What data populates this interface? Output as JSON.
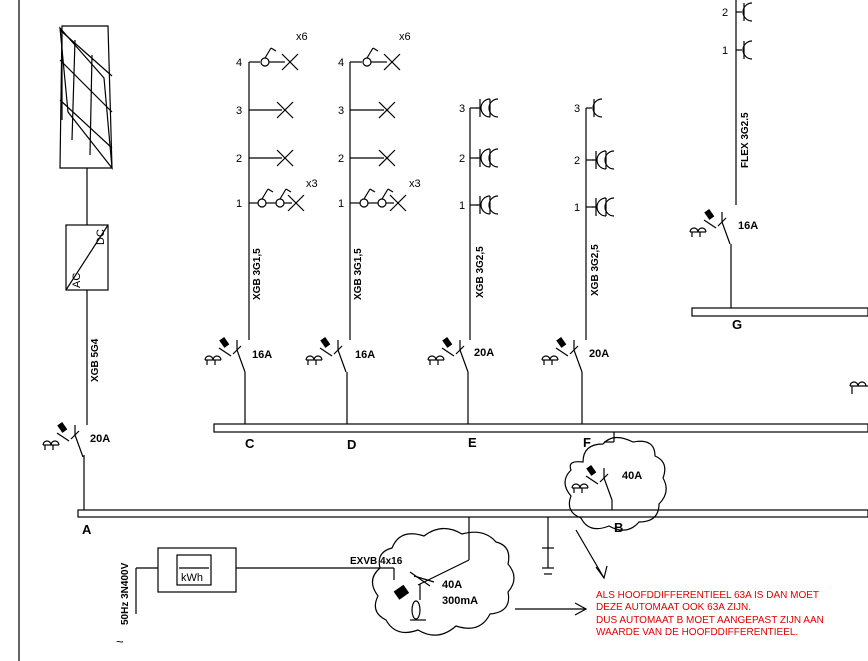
{
  "colors": {
    "line": "#000000",
    "note": "#e00000",
    "background": "#ffffff"
  },
  "supply": {
    "label": "50Hz 3N400V",
    "ac_symbol": "~",
    "meter_label": "kWh"
  },
  "inverter": {
    "ac_label": "AC",
    "dc_label": "DC"
  },
  "cables": {
    "pv": "XGB 5G4",
    "c": "XGB 3G1,5",
    "d": "XGB 3G1,5",
    "e": "XGB 3G2,5",
    "f": "XGB 3G2,5",
    "g": "FLEX 3G2.5",
    "main": "EXVB 4x16"
  },
  "breakers": {
    "a": "20A",
    "c": "16A",
    "d": "16A",
    "e": "20A",
    "f": "20A",
    "g": "16A",
    "b": "40A",
    "main_rating": "40A",
    "main_sensitivity": "300mA"
  },
  "buses": {
    "a": "A",
    "b": "B",
    "c": "C",
    "d": "D",
    "e": "E",
    "f": "F",
    "g": "G"
  },
  "circuits": {
    "c": {
      "points": [
        "4",
        "3",
        "2",
        "1"
      ],
      "mult_top": "x6",
      "mult_bottom": "x3"
    },
    "d": {
      "points": [
        "4",
        "3",
        "2",
        "1"
      ],
      "mult_top": "x6",
      "mult_bottom": "x3"
    },
    "e": {
      "points": [
        "3",
        "2",
        "1"
      ]
    },
    "f": {
      "points": [
        "3",
        "2",
        "1"
      ]
    },
    "g": {
      "points": [
        "2",
        "1"
      ]
    }
  },
  "note_lines": [
    "ALS HOOFDDIFFERENTIEEL 63A IS DAN MOET",
    "DEZE AUTOMAAT OOK 63A ZIJN.",
    "DUS AUTOMAAT B MOET AANGEPAST ZIJN AAN",
    "WAARDE VAN DE HOOFDDIFFERENTIEEL."
  ]
}
